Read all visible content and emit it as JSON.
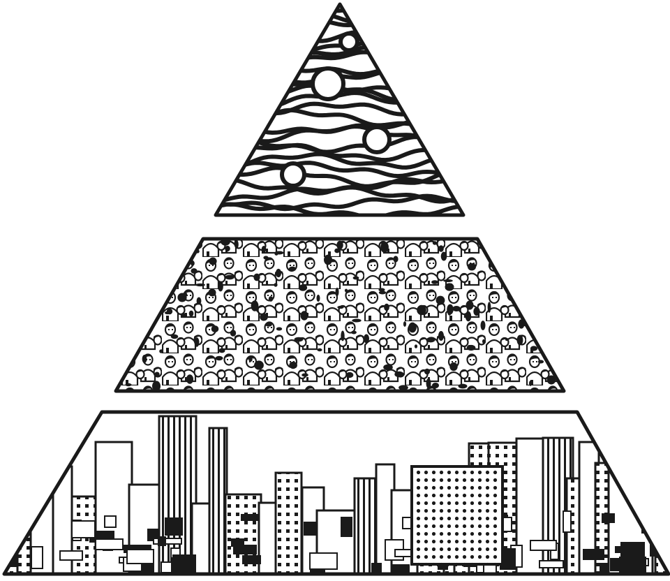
{
  "diagram": {
    "type": "three-tier pyramid illustration",
    "tiers": [
      {
        "level": "top",
        "shape": "triangle",
        "fill_pattern": "fingerprint-ridges"
      },
      {
        "level": "middle",
        "shape": "trapezoid",
        "fill_pattern": "dense-crowd"
      },
      {
        "level": "bottom",
        "shape": "trapezoid",
        "fill_pattern": "city-skyline"
      }
    ]
  },
  "colors": {
    "ink": "#1a1a1a",
    "paper": "#ffffff"
  }
}
